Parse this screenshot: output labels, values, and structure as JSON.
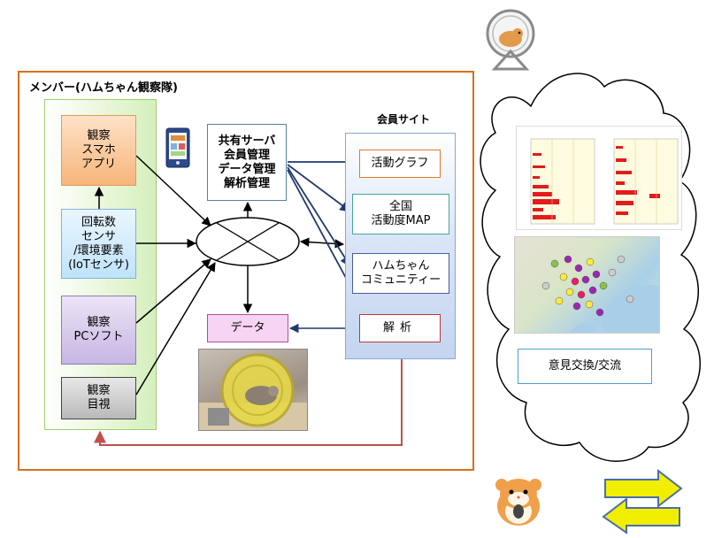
{
  "members": {
    "title": "メンバー(ハムちゃん観察隊)"
  },
  "member_boxes": {
    "app": [
      "観察",
      "スマホ",
      "アプリ"
    ],
    "sensor": [
      "回転数",
      "センサ",
      "/環境要素",
      "(IoTセンサ)"
    ],
    "pc": [
      "観察",
      "PCソフト"
    ],
    "eye": [
      "観察",
      "目視"
    ]
  },
  "server": [
    "共有サーバ",
    "会員管理",
    "データ管理",
    "解析管理"
  ],
  "data_label": "データ",
  "site": {
    "title": "会員サイト",
    "graph": "活動グラフ",
    "map": [
      "全国",
      "活動度MAP"
    ],
    "community": [
      "ハムちゃん",
      "コミュニティー"
    ],
    "analysis": "解析"
  },
  "cloud": {
    "opinion": "意見交換/交流"
  },
  "colors": {
    "members_frame": "#d6701e",
    "arrow": "#000000",
    "feedback_arrow": "#c0504d",
    "site_arrow": "#1f3a6b",
    "cloud_outline": "#000000"
  },
  "icons": [
    "smartphone-icon",
    "hamster-wheel-icon",
    "hamster-icon",
    "exchange-arrows-icon"
  ]
}
